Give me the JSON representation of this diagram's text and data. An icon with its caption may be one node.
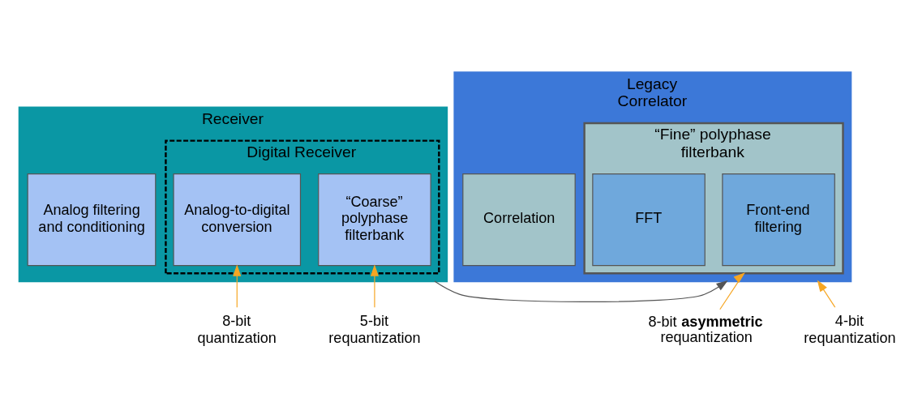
{
  "diagram": {
    "nodes": [
      {
        "text": [
          "Receiver"
        ]
      },
      {
        "text": [
          "Analog filtering and conditioning"
        ],
        "in": 0
      },
      {
        "text": [
          "Digital Receiver"
        ],
        "in": 0
      },
      {
        "text": [
          "Analog-to-digital conversion"
        ],
        "in": 2
      },
      {
        "text": [
          "“Coarse” polyphase filterbank"
        ],
        "in": 2
      },
      {
        "text": [
          "Legacy Correlator"
        ]
      },
      {
        "text": [
          "“Fine” polyphase filterbank"
        ],
        "in": 5
      },
      {
        "text": [
          "Front-end filtering"
        ],
        "in": 6
      },
      {
        "text": [
          "FFT"
        ],
        "in": 6
      },
      {
        "text": [
          "Correlation"
        ],
        "in": 5
      },
      {
        "text": [
          "8-bit quantization"
        ]
      },
      {
        "text": [
          "5-bit requantization"
        ]
      },
      {
        "text": [
          "8-bit **asymmetric** requantization"
        ]
      },
      {
        "text": [
          "4-bit requantization"
        ]
      }
    ],
    "edges": [
      {
        "from": 0,
        "to": 5,
        "arrow": "to",
        "color": "#555555"
      },
      {
        "from": 10,
        "to": 3,
        "arrow": "to",
        "color": "#f6a623"
      },
      {
        "from": 11,
        "to": 4,
        "arrow": "to",
        "color": "#f6a623"
      },
      {
        "from": 12,
        "to": 6,
        "arrow": "to",
        "color": "#f6a623"
      },
      {
        "from": 13,
        "to": 5,
        "arrow": "to",
        "color": "#f6a623"
      }
    ]
  }
}
